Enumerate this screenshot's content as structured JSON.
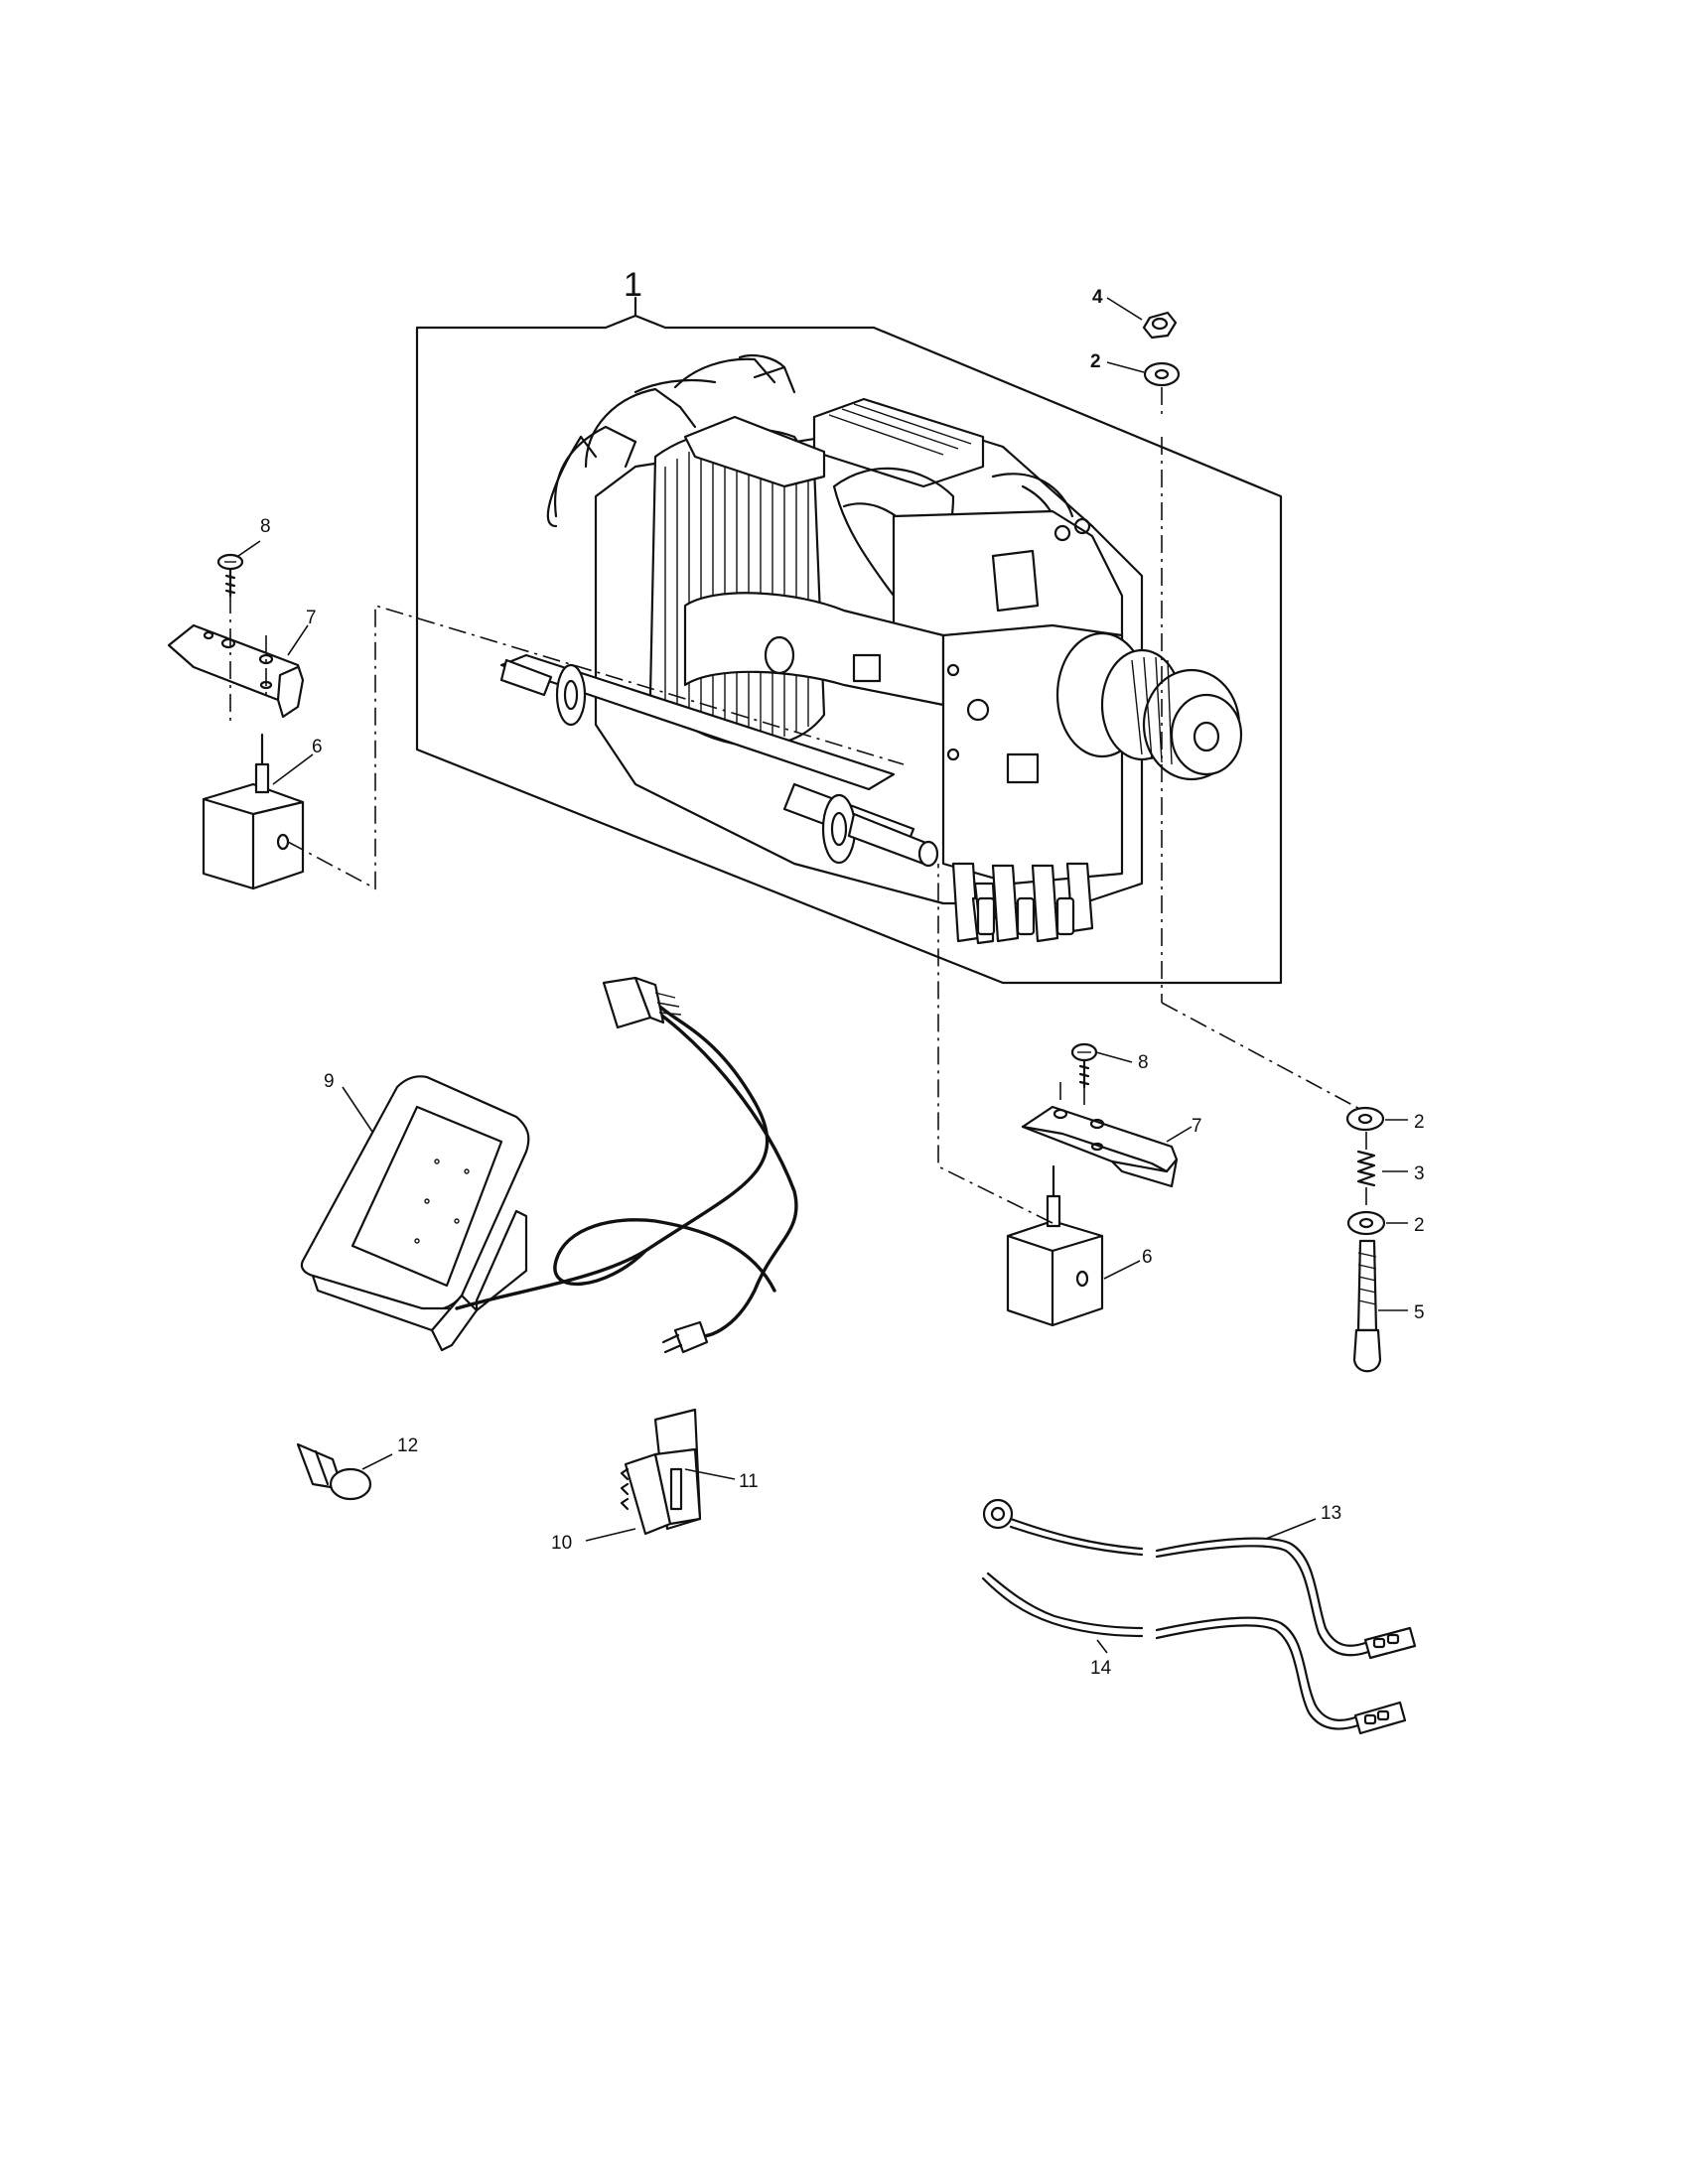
{
  "callouts": {
    "c1": "1",
    "c2a": "2",
    "c2b": "2",
    "c2c": "2",
    "c3": "3",
    "c4": "4",
    "c5": "5",
    "c6a": "6",
    "c6b": "6",
    "c7a": "7",
    "c7b": "7",
    "c8a": "8",
    "c8b": "8",
    "c9": "9",
    "c10": "10",
    "c11": "11",
    "c12": "12",
    "c13": "13",
    "c14": "14"
  }
}
